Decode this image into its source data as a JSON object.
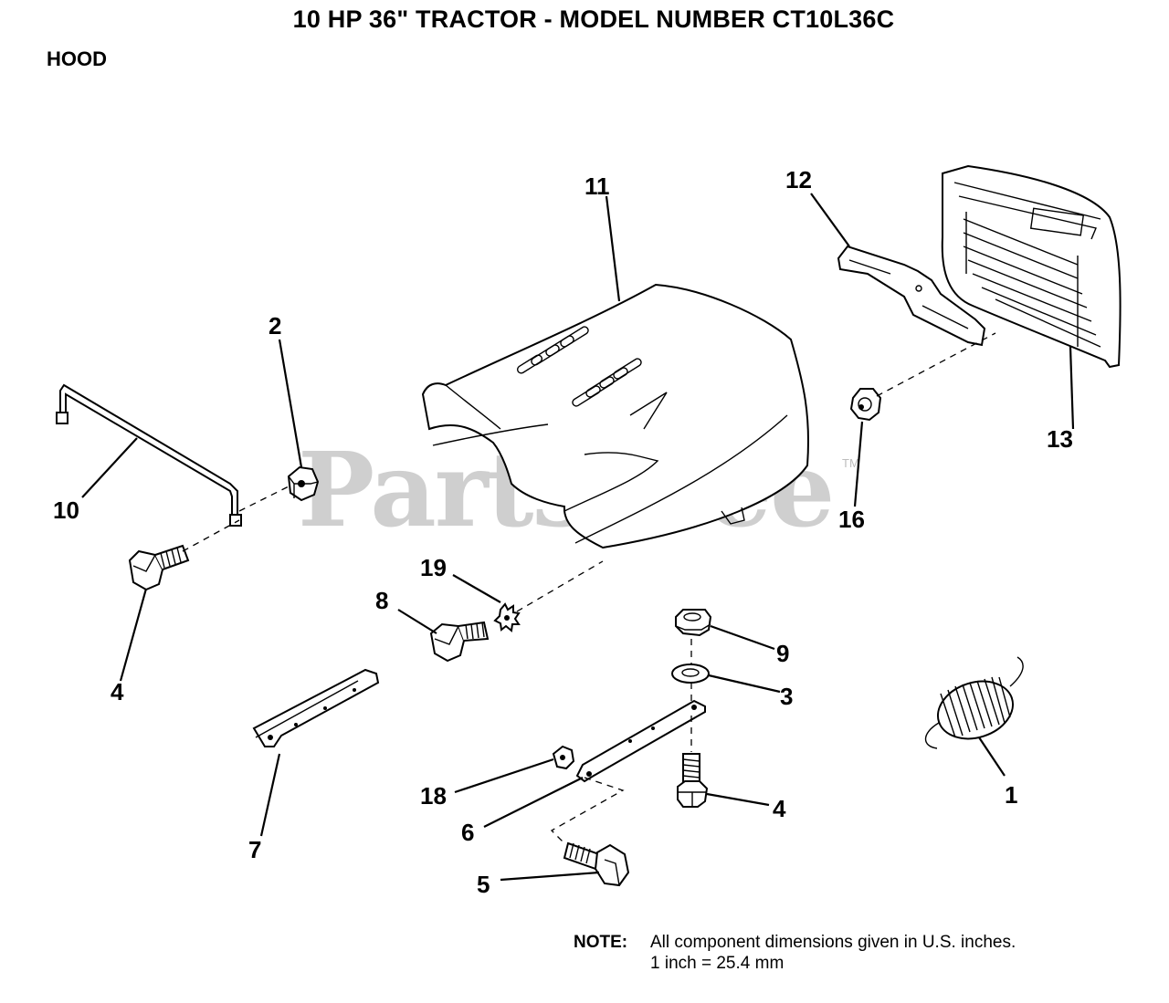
{
  "header": {
    "title": "10 HP 36\" TRACTOR  - MODEL NUMBER CT10L36C",
    "section": "HOOD"
  },
  "watermark": {
    "text": "PartsTree",
    "trademark": "TM"
  },
  "callouts": {
    "c1": "1",
    "c2": "2",
    "c3": "3",
    "c4a": "4",
    "c4b": "4",
    "c5": "5",
    "c6": "6",
    "c7": "7",
    "c8": "8",
    "c9": "9",
    "c10": "10",
    "c11": "11",
    "c12": "12",
    "c13": "13",
    "c16": "16",
    "c18": "18",
    "c19": "19"
  },
  "note": {
    "label": "NOTE:",
    "line1": "All component dimensions given in U.S. inches.",
    "line2": "1 inch = 25.4 mm"
  }
}
